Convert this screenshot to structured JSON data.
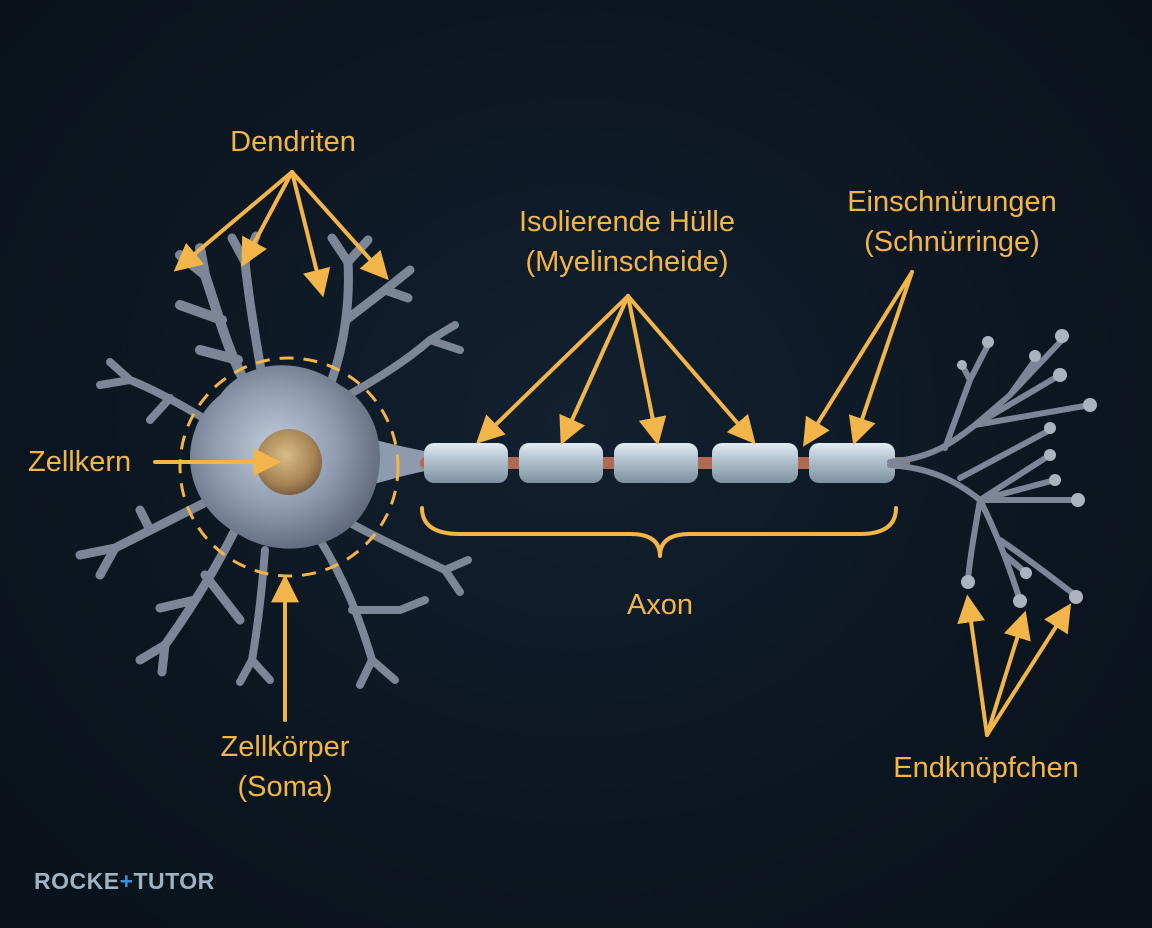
{
  "labels": {
    "dendriten": "Dendriten",
    "isolierende_line1": "Isolierende Hülle",
    "isolierende_line2": "(Myelinscheide)",
    "einschnuerungen_line1": "Einschnürungen",
    "einschnuerungen_line2": "(Schnürringe)",
    "zellkern": "Zellkern",
    "axon": "Axon",
    "zellkoerper_line1": "Zellkörper",
    "zellkoerper_line2": "(Soma)",
    "endknoepfchen": "Endknöpfchen"
  },
  "logo": {
    "part1": "ROCKE",
    "plus": "+",
    "part2": "TUTOR"
  },
  "colors": {
    "background": "#0c1620",
    "accent": "#f2b54a",
    "neuron": "#7d8696",
    "myelin": "#c9d7e3",
    "nucleus": "#c9a870",
    "logo": "#9fb3c2",
    "logo_plus": "#3f8fd8"
  }
}
